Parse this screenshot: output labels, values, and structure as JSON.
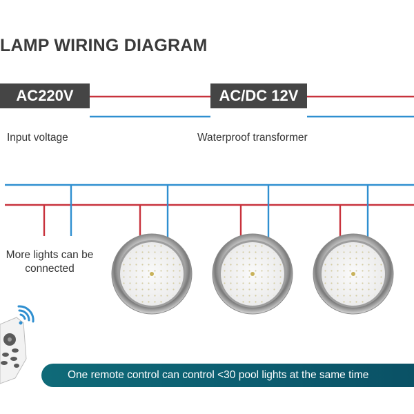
{
  "title": "LAMP WIRING DIAGRAM",
  "boxes": {
    "input": "AC220V",
    "transformer": "AC/DC 12V"
  },
  "captions": {
    "input": "Input voltage",
    "transformer": "Waterproof transformer",
    "more_lights": "More lights can be connected"
  },
  "banner": "One remote control can control <30 pool lights at the same time",
  "colors": {
    "live_wire": "#c8323c",
    "neutral_wire": "#2f8fd0",
    "box": "#454545",
    "banner": "#0c5d70"
  },
  "lamps": {
    "count": 3
  }
}
